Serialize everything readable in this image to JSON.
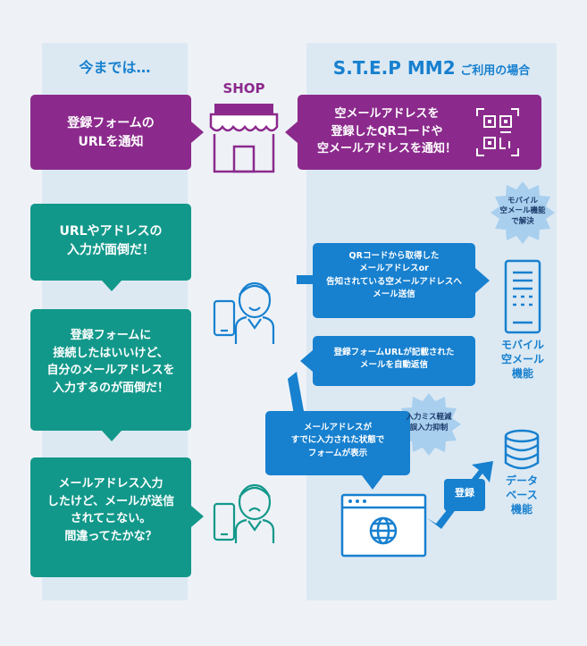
{
  "colors": {
    "background": "#eef2f7",
    "panel": "#dce9f3",
    "purple": "#8b2a8c",
    "teal": "#12988a",
    "blue": "#1780cf",
    "heading": "#1780cf",
    "icon_purple": "#8b2a8c",
    "icon_blue": "#1780cf",
    "icon_green": "#12988a",
    "badge": "#a9cfee"
  },
  "left": {
    "title": "今までは…",
    "shop_bubble": "登録フォームの\nURLを通知",
    "bubble1": "URLやアドレスの\n入力が面倒だ！",
    "bubble2": "登録フォームに\n接続したはいいけど、\n自分のメールアドレスを\n入力するのが面倒だ！",
    "bubble3": "メールアドレス入力\nしたけど、メールが送信\nされてこない。\n間違ってたかな？"
  },
  "center": {
    "shop_label": "SHOP"
  },
  "right": {
    "title_main": "S.T.E.P MM2",
    "title_sub": "ご利用の場合",
    "shop_bubble": "空メールアドレスを\n登録したQRコードや\n空メールアドレスを通知！",
    "badge1": "モバイル\n空メール機能\nで解決",
    "box1": "QRコードから取得した\nメールアドレスor\n告知されている空メールアドレスへ\nメール送信",
    "box2": "登録フォームURLが記載された\nメールを自動返信",
    "server_label": "モバイル\n空メール\n機能",
    "box3": "メールアドレスが\nすでに入力された状態で\nフォームが表示",
    "badge2": "入力ミス軽減\n誤入力抑制",
    "register_label": "登録",
    "db_label": "データ\nベース\n機能"
  }
}
